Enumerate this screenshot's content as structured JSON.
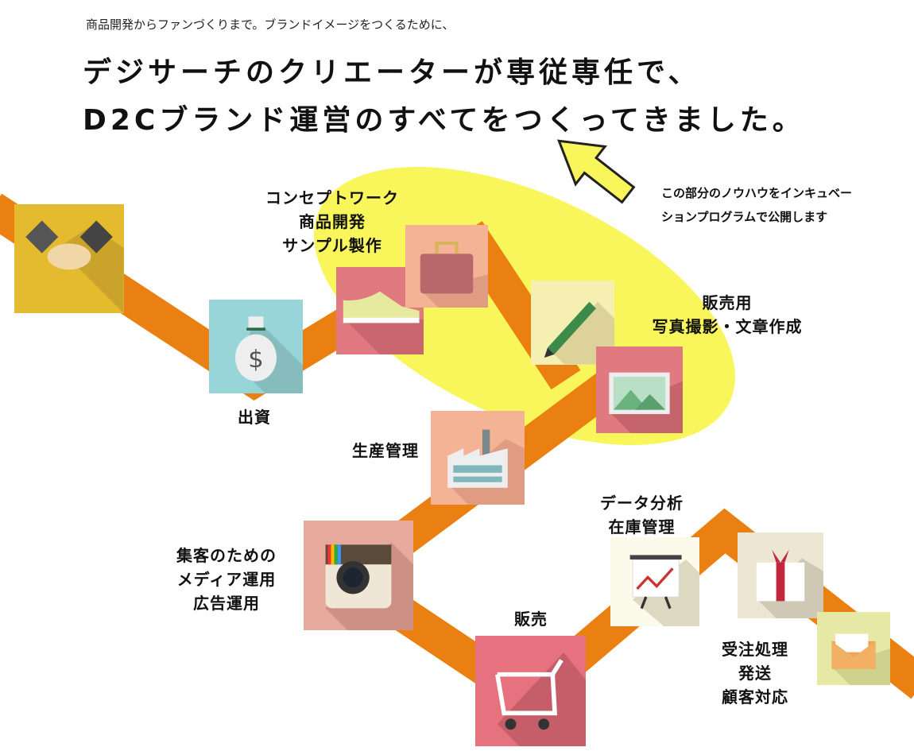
{
  "header": {
    "subtitle": "商品開発からファンづくりまで。ブランドイメージをつくるために、",
    "title_line1": "デジサーチのクリエーターが専従専任で、",
    "title_line2": "D2Cブランド運営のすべてをつくってきました。"
  },
  "note": {
    "line1": "この部分のノウハウをインキュベー",
    "line2": "ションプログラムで公開します"
  },
  "labels": {
    "concept": [
      "コンセプトワーク",
      "商品開発",
      "サンプル製作"
    ],
    "investment": "出資",
    "photo": [
      "販売用",
      "写真撮影・文章作成"
    ],
    "production": "生産管理",
    "media": [
      "集客のための",
      "メディア運用",
      "広告運用"
    ],
    "sales": "販売",
    "data": [
      "データ分析",
      "在庫管理"
    ],
    "orders": [
      "受注処理",
      "発送",
      "顧客対応"
    ]
  },
  "colors": {
    "band": "#ea8011",
    "highlight": "#f8f65a"
  }
}
